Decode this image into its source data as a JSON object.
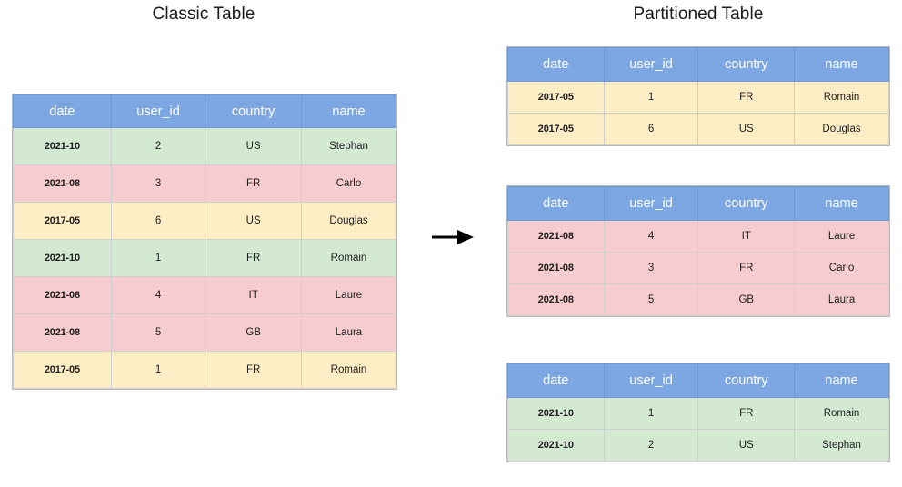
{
  "titles": {
    "classic": "Classic Table",
    "partitioned": "Partitioned Table"
  },
  "colors": {
    "header_blue": "#7da7e2",
    "row_green": "#d3e9d2",
    "row_pink": "#f7ccce",
    "row_yellow": "#fdeec5",
    "border": "#cfcfcf",
    "text": "#1e1e1e",
    "arrow": "#000000"
  },
  "columns": [
    "date",
    "user_id",
    "country",
    "name"
  ],
  "classic_table": {
    "headers": [
      "date",
      "user_id",
      "country",
      "name"
    ],
    "rows": [
      {
        "color": "green",
        "cells": [
          "2021-10",
          "2",
          "US",
          "Stephan"
        ]
      },
      {
        "color": "pink",
        "cells": [
          "2021-08",
          "3",
          "FR",
          "Carlo"
        ]
      },
      {
        "color": "yellow",
        "cells": [
          "2017-05",
          "6",
          "US",
          "Douglas"
        ]
      },
      {
        "color": "green",
        "cells": [
          "2021-10",
          "1",
          "FR",
          "Romain"
        ]
      },
      {
        "color": "pink",
        "cells": [
          "2021-08",
          "4",
          "IT",
          "Laure"
        ]
      },
      {
        "color": "pink",
        "cells": [
          "2021-08",
          "5",
          "GB",
          "Laura"
        ]
      },
      {
        "color": "yellow",
        "cells": [
          "2017-05",
          "1",
          "FR",
          "Romain"
        ]
      }
    ]
  },
  "partitioned_tables": [
    {
      "partition_key": "2017-05",
      "headers": [
        "date",
        "user_id",
        "country",
        "name"
      ],
      "rows": [
        {
          "color": "yellow",
          "cells": [
            "2017-05",
            "1",
            "FR",
            "Romain"
          ]
        },
        {
          "color": "yellow",
          "cells": [
            "2017-05",
            "6",
            "US",
            "Douglas"
          ]
        }
      ]
    },
    {
      "partition_key": "2021-08",
      "headers": [
        "date",
        "user_id",
        "country",
        "name"
      ],
      "rows": [
        {
          "color": "pink",
          "cells": [
            "2021-08",
            "4",
            "IT",
            "Laure"
          ]
        },
        {
          "color": "pink",
          "cells": [
            "2021-08",
            "3",
            "FR",
            "Carlo"
          ]
        },
        {
          "color": "pink",
          "cells": [
            "2021-08",
            "5",
            "GB",
            "Laura"
          ]
        }
      ]
    },
    {
      "partition_key": "2021-10",
      "headers": [
        "date",
        "user_id",
        "country",
        "name"
      ],
      "rows": [
        {
          "color": "green",
          "cells": [
            "2021-10",
            "1",
            "FR",
            "Romain"
          ]
        },
        {
          "color": "green",
          "cells": [
            "2021-10",
            "2",
            "US",
            "Stephan"
          ]
        }
      ]
    }
  ],
  "arrow": {
    "icon": "arrow-right-icon",
    "direction": "right"
  }
}
